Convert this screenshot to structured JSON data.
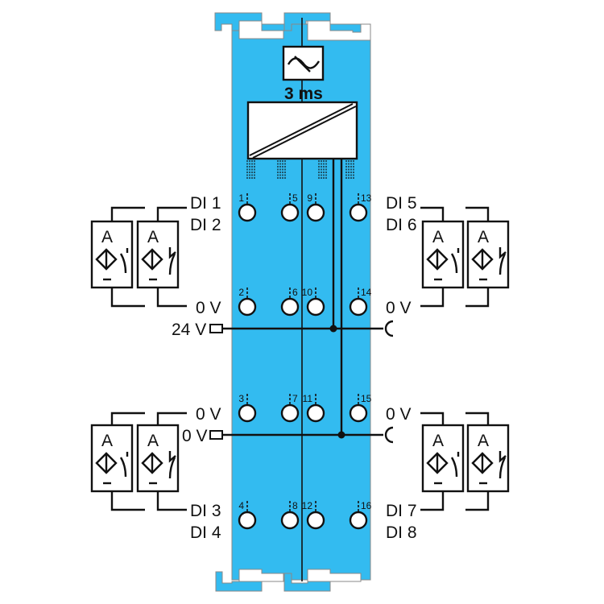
{
  "colors": {
    "module": "#33bbf0",
    "line": "#111111"
  },
  "module": {
    "filter_icon": "sine-filter-icon",
    "filter_time": "3 ms"
  },
  "terminals": [
    "1",
    "2",
    "3",
    "4",
    "5",
    "6",
    "7",
    "8",
    "9",
    "10",
    "11",
    "12",
    "13",
    "14",
    "15",
    "16"
  ],
  "labels": {
    "di1": "DI 1",
    "di2": "DI 2",
    "di3": "DI 3",
    "di4": "DI 4",
    "di5": "DI 5",
    "di6": "DI 6",
    "di7": "DI 7",
    "di8": "DI 8",
    "zero_v": "0 V",
    "supply_24v": "24 V",
    "supply_0v": "0 V"
  },
  "sensor": {
    "label_top": "A",
    "label_bottom": "–"
  }
}
